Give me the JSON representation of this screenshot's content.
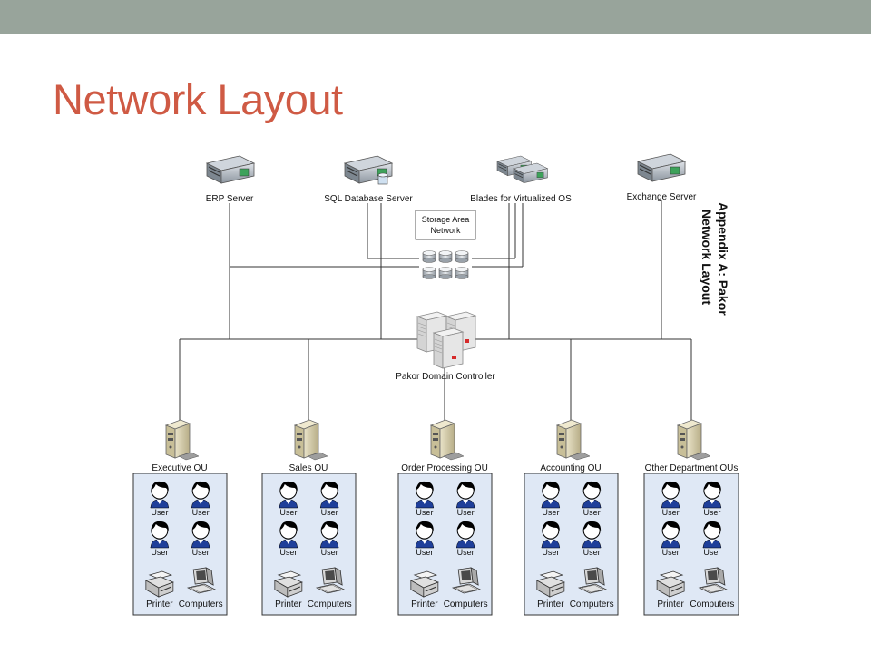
{
  "slide": {
    "title": "Network Layout",
    "topbar_color": "#98a49b",
    "title_color": "#cf5a44"
  },
  "diagram": {
    "appendix_title": "Appendix A: Pakor",
    "appendix_subtitle": "Network Layout",
    "servers": [
      {
        "label": "ERP Server",
        "icon": "rack-server-icon"
      },
      {
        "label": "SQL Database Server",
        "icon": "database-server-icon"
      },
      {
        "label": "Blades for Virtualized OS",
        "icon": "blade-servers-icon"
      },
      {
        "label": "Exchange Server",
        "icon": "rack-server-icon"
      }
    ],
    "san": {
      "label_line1": "Storage Area",
      "label_line2": "Network",
      "icon": "disk-array-icon"
    },
    "domain_controller": {
      "label": "Pakor Domain Controller",
      "icon": "server-cluster-icon"
    },
    "ous": [
      {
        "label": "Executive OU"
      },
      {
        "label": "Sales OU"
      },
      {
        "label": "Order Processing OU"
      },
      {
        "label": "Accounting OU"
      },
      {
        "label": "Other Department OUs"
      }
    ],
    "ou_items": {
      "user": "User",
      "printer": "Printer",
      "computers": "Computers"
    }
  }
}
